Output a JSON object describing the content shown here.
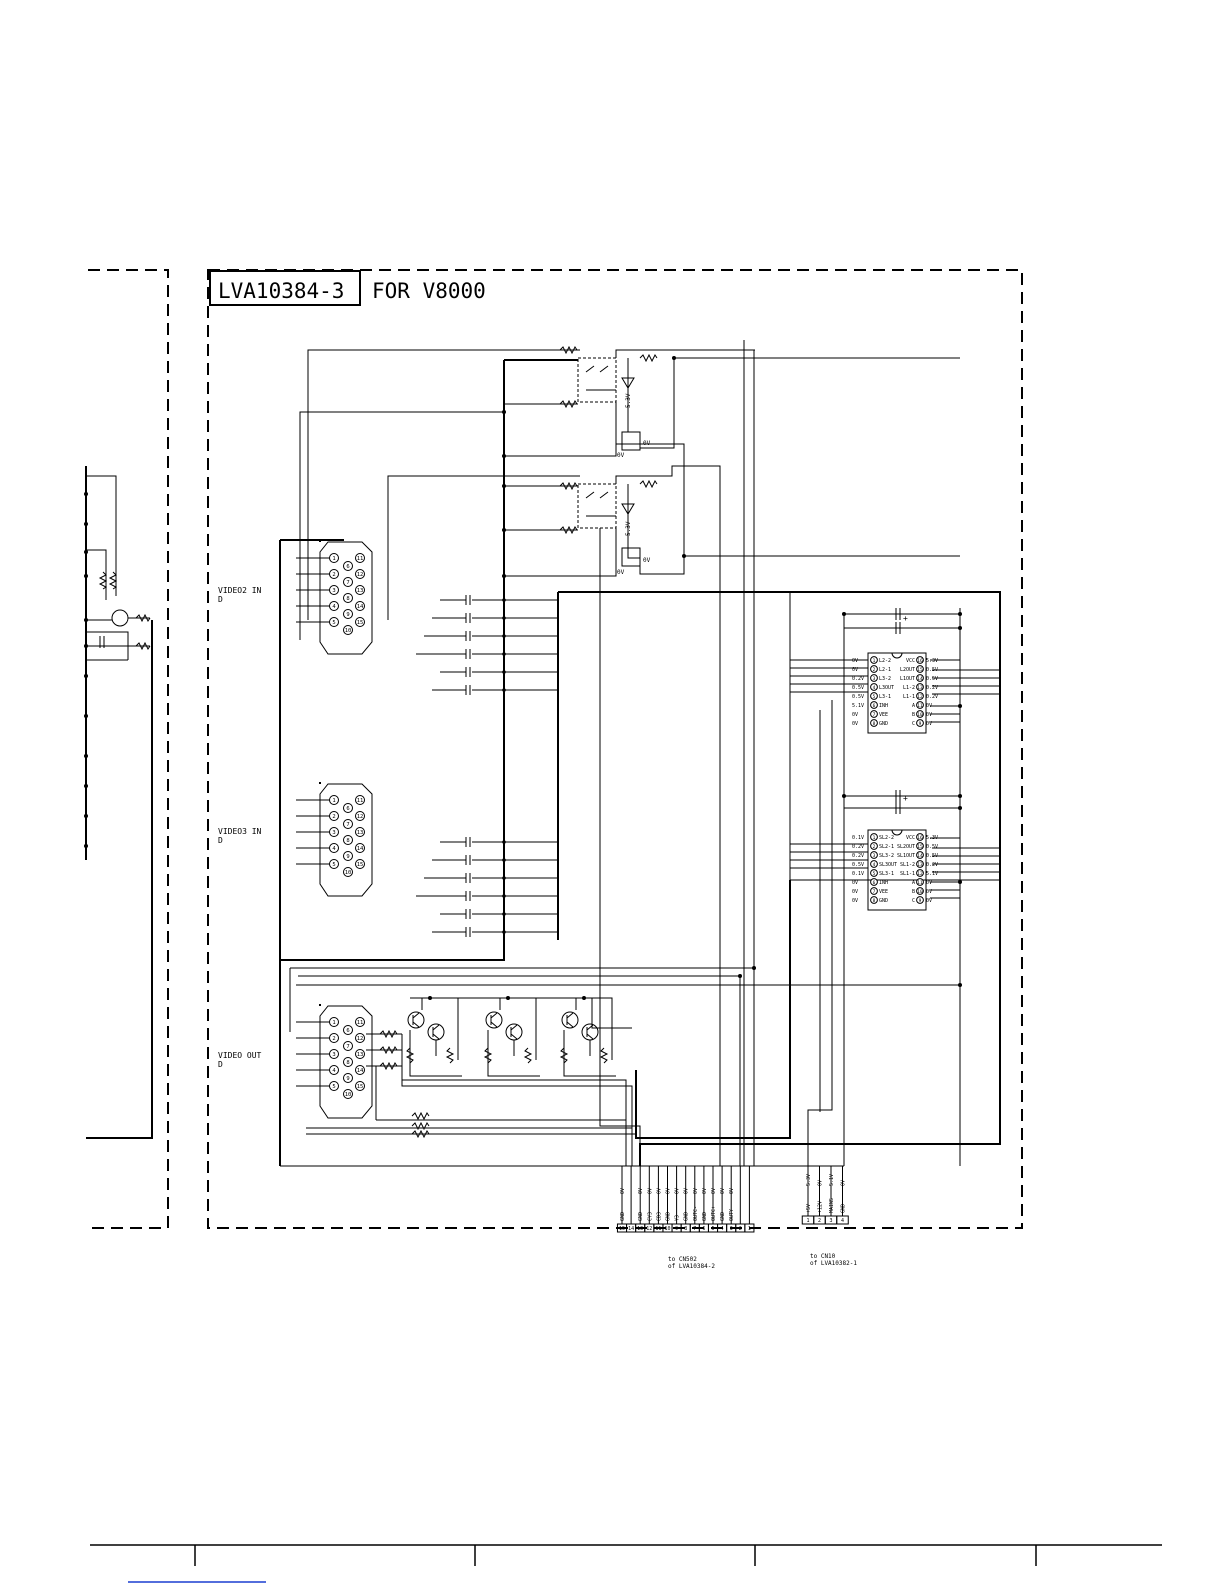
{
  "board": {
    "part_number": "LVA10384-3",
    "model_text": "FOR V8000"
  },
  "connectors": {
    "video2_in": {
      "label": "VIDEO2 IN",
      "sub": "D"
    },
    "video3_in": {
      "label": "VIDEO3 IN",
      "sub": "D"
    },
    "video_out": {
      "label": "VIDEO OUT",
      "sub": "D"
    }
  },
  "dsub_pins": [
    "1",
    "2",
    "3",
    "4",
    "5",
    "6",
    "7",
    "8",
    "9",
    "10",
    "11",
    "12",
    "13",
    "14",
    "15"
  ],
  "relay_voltages": {
    "supply": "5.3V",
    "base": "0V",
    "collector": "0V"
  },
  "ic_top": {
    "left_pins": [
      {
        "num": "1",
        "name": "L2-2",
        "volt": "0V"
      },
      {
        "num": "2",
        "name": "L2-1",
        "volt": "0V"
      },
      {
        "num": "3",
        "name": "L3-2",
        "volt": "0.2V"
      },
      {
        "num": "4",
        "name": "L3OUT",
        "volt": "0.5V"
      },
      {
        "num": "5",
        "name": "L3-1",
        "volt": "0.5V"
      },
      {
        "num": "6",
        "name": "INH",
        "volt": "5.1V"
      },
      {
        "num": "7",
        "name": "VEE",
        "volt": "0V"
      },
      {
        "num": "8",
        "name": "GND",
        "volt": "0V"
      }
    ],
    "right_pins": [
      {
        "num": "16",
        "name": "VCC",
        "volt": "5.3V"
      },
      {
        "num": "15",
        "name": "L2OUT",
        "volt": "0.5V"
      },
      {
        "num": "14",
        "name": "L1OUT",
        "volt": "0.5V"
      },
      {
        "num": "13",
        "name": "L1-2",
        "volt": "0.2V"
      },
      {
        "num": "12",
        "name": "L1-1",
        "volt": "0.2V"
      },
      {
        "num": "11",
        "name": "A",
        "volt": "0V"
      },
      {
        "num": "10",
        "name": "B",
        "volt": "0V"
      },
      {
        "num": "9",
        "name": "C",
        "volt": "0V"
      }
    ]
  },
  "ic_bottom": {
    "left_pins": [
      {
        "num": "1",
        "name": "SL2-2",
        "volt": "0.1V"
      },
      {
        "num": "2",
        "name": "SL2-1",
        "volt": "0.2V"
      },
      {
        "num": "3",
        "name": "SL3-2",
        "volt": "0.2V"
      },
      {
        "num": "4",
        "name": "SL3OUT",
        "volt": "0.5V"
      },
      {
        "num": "5",
        "name": "SL3-1",
        "volt": "0.1V"
      },
      {
        "num": "6",
        "name": "INH",
        "volt": "0V"
      },
      {
        "num": "7",
        "name": "VEE",
        "volt": "0V"
      },
      {
        "num": "8",
        "name": "GND",
        "volt": "0V"
      }
    ],
    "right_pins": [
      {
        "num": "16",
        "name": "VCC",
        "volt": "5.3V"
      },
      {
        "num": "15",
        "name": "SL2OUT",
        "volt": "0.5V"
      },
      {
        "num": "14",
        "name": "SL1OUT",
        "volt": "0.5V"
      },
      {
        "num": "13",
        "name": "SL1-2",
        "volt": "0.2V"
      },
      {
        "num": "12",
        "name": "SL1-1",
        "volt": "5.1V"
      },
      {
        "num": "11",
        "name": "A",
        "volt": "0V"
      },
      {
        "num": "10",
        "name": "B",
        "volt": "0V"
      },
      {
        "num": "9",
        "name": "C",
        "volt": "0V"
      }
    ]
  },
  "cn_left": {
    "pins": [
      {
        "num": "15",
        "name": "GND",
        "volt": "0V"
      },
      {
        "num": "14",
        "name": "",
        "volt": ""
      },
      {
        "num": "13",
        "name": "GND",
        "volt": "0V"
      },
      {
        "num": "12",
        "name": "CY3",
        "volt": "0V"
      },
      {
        "num": "11",
        "name": "CD3",
        "volt": "0V"
      },
      {
        "num": "10",
        "name": "GND",
        "volt": "0V"
      },
      {
        "num": "9",
        "name": "Y3",
        "volt": "0V"
      },
      {
        "num": "8",
        "name": "GND",
        "volt": "0V"
      },
      {
        "num": "7",
        "name": "OUTC-",
        "volt": "0V"
      },
      {
        "num": "6",
        "name": "GND",
        "volt": "0V"
      },
      {
        "num": "5",
        "name": "OUTC+",
        "volt": "0V"
      },
      {
        "num": "4",
        "name": "GND",
        "volt": "0V"
      },
      {
        "num": "3",
        "name": "OUTY",
        "volt": "0V"
      },
      {
        "num": "2",
        "name": "",
        "volt": ""
      },
      {
        "num": "1",
        "name": "",
        "volt": ""
      }
    ],
    "note_line1": "to CN502",
    "note_line2": "of LVA10384-2"
  },
  "cn_right": {
    "pins": [
      {
        "num": "1",
        "name": "+5V",
        "volt": "5.3V"
      },
      {
        "num": "2",
        "name": "+12V",
        "volt": "0V"
      },
      {
        "num": "3",
        "name": "MAIN5",
        "volt": "5.1V"
      },
      {
        "num": "4",
        "name": "GND",
        "volt": "0V"
      }
    ],
    "note_line1": "to CN10",
    "note_line2": "of LVA10382-1"
  },
  "colors": {
    "ink": "#000000",
    "paper": "#ffffff",
    "link": "#1a3fd0"
  }
}
